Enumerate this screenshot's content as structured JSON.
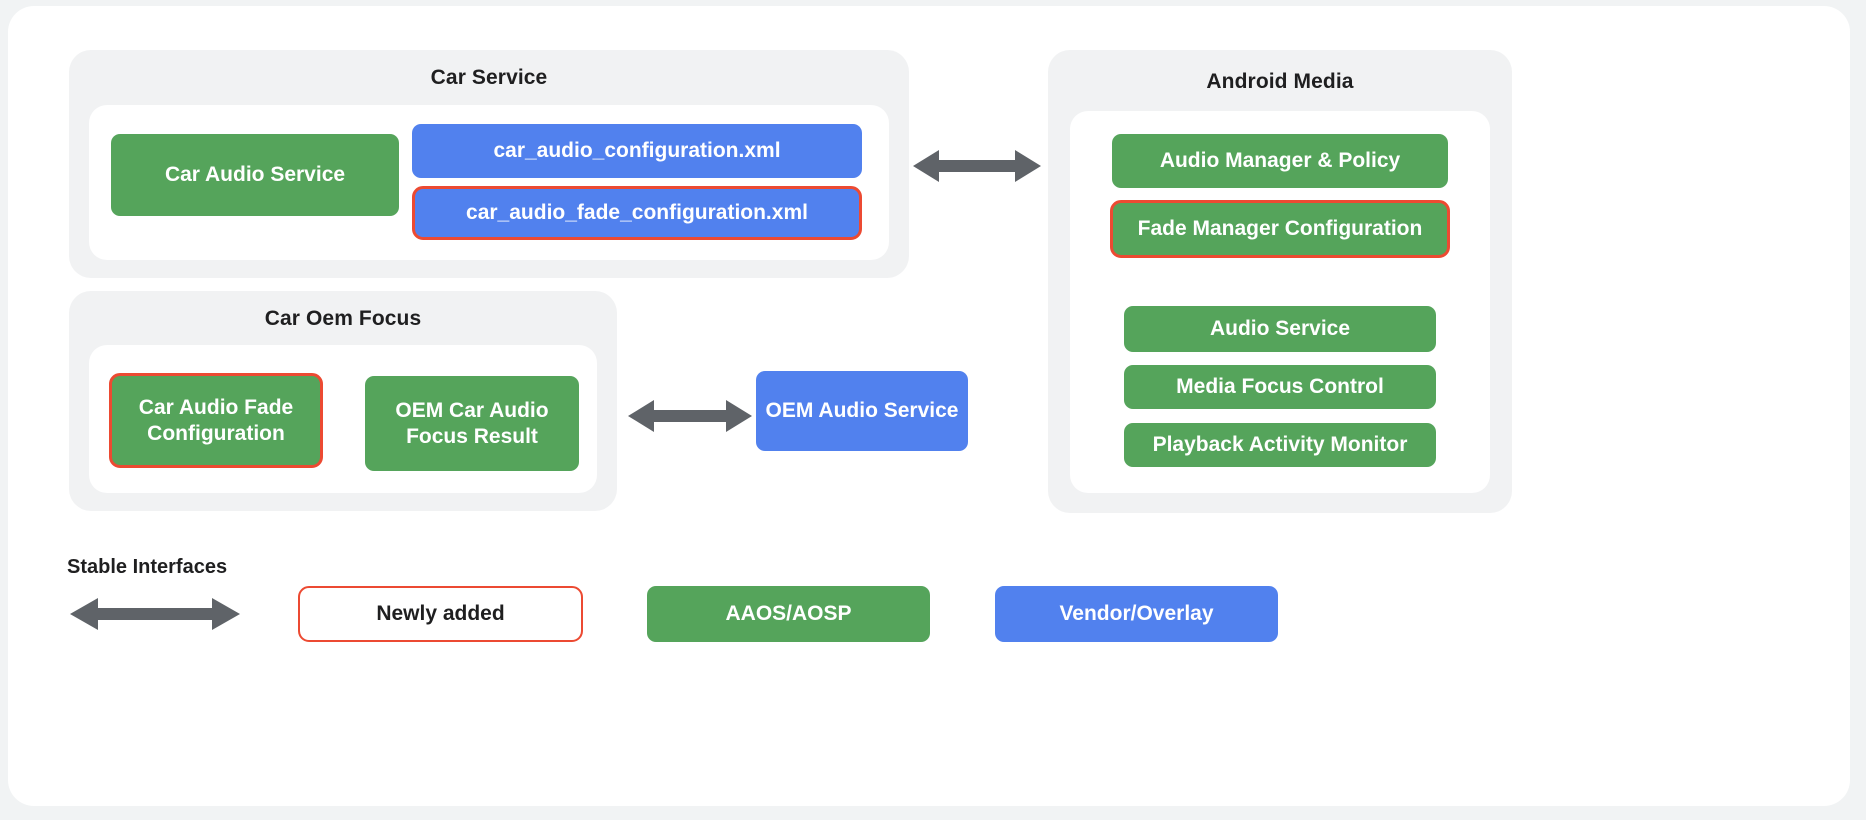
{
  "colors": {
    "page_background": "#f1f3f4",
    "card_background": "#ffffff",
    "group_background": "#f1f2f3",
    "green": "#55a45b",
    "blue": "#5181ee",
    "highlight_red": "#ec4a32",
    "arrow_gray": "#5f6368",
    "text_dark": "#1f1f20"
  },
  "groups": {
    "car_service": {
      "title": "Car Service",
      "nodes": [
        {
          "label": "Car Audio Service",
          "color": "green",
          "highlight": false
        },
        {
          "label": "car_audio_configuration.xml",
          "color": "blue",
          "highlight": false
        },
        {
          "label": "car_audio_fade_configuration.xml",
          "color": "blue",
          "highlight": true
        }
      ]
    },
    "car_oem_focus": {
      "title": "Car Oem Focus",
      "nodes": [
        {
          "label": "Car Audio Fade Configuration",
          "color": "green",
          "highlight": true
        },
        {
          "label": "OEM Car Audio Focus Result",
          "color": "green",
          "highlight": false
        }
      ]
    },
    "android_media": {
      "title": "Android Media",
      "nodes": [
        {
          "label": "Audio Manager & Policy",
          "color": "green",
          "highlight": false
        },
        {
          "label": "Fade Manager Configuration",
          "color": "green",
          "highlight": true
        },
        {
          "label": "Audio Service",
          "color": "green",
          "highlight": false
        },
        {
          "label": "Media Focus Control",
          "color": "green",
          "highlight": false
        },
        {
          "label": "Playback Activity Monitor",
          "color": "green",
          "highlight": false
        }
      ]
    }
  },
  "standalone_nodes": [
    {
      "label": "OEM Audio Service",
      "color": "blue",
      "highlight": false
    }
  ],
  "connectors": [
    {
      "name": "car-service-to-android-media",
      "kind": "double-arrow"
    },
    {
      "name": "car-oem-focus-to-oem-audio-service",
      "kind": "double-arrow"
    }
  ],
  "legend": {
    "title": "Stable Interfaces",
    "arrow_name": "double-arrow-icon",
    "items": [
      {
        "label": "Newly added",
        "style": "outline"
      },
      {
        "label": "AAOS/AOSP",
        "style": "green"
      },
      {
        "label": "Vendor/Overlay",
        "style": "blue"
      }
    ]
  }
}
